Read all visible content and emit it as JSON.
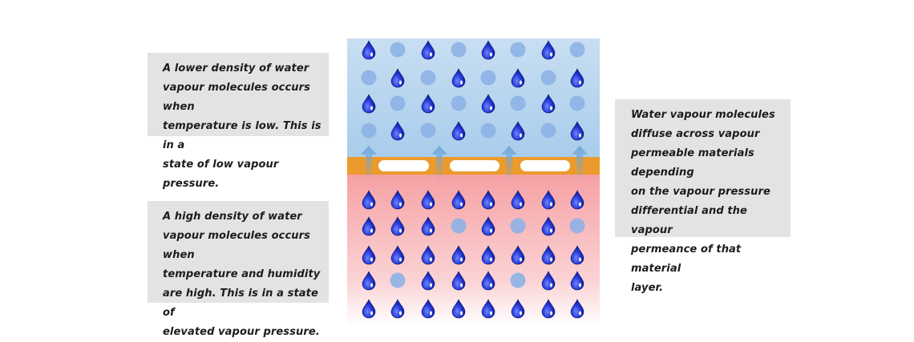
{
  "notes": {
    "low_density": "A lower density of water\nvapour molecules occurs when\ntemperature is low. This is in a\nstate of low vapour pressure.",
    "high_density": "A high density of water\nvapour molecules occurs when\ntemperature and humidity\nare high. This is in a state of\nelevated vapour pressure.",
    "diffusion": "Water vapour molecules\ndiffuse across vapour\npermeable materials depending\non the vapour pressure\ndifferential and the vapour\npermeance of that material\nlayer."
  },
  "colors": {
    "low_pressure_zone": "#b9d6ef",
    "high_pressure_zone": "#f6a6a9",
    "membrane": "#ec9a2c",
    "droplet": "#1a2fcf",
    "empty_site": "#8db2e5",
    "arrow": "#6fa6d9",
    "note_background": "#e4e2e2"
  },
  "icons": {
    "molecule": "water-drop-icon",
    "empty_site": "circle-icon",
    "flow": "arrow-up-icon"
  },
  "grid": {
    "low_pressure_rows": [
      [
        1,
        0,
        1,
        0,
        1,
        0,
        1,
        0
      ],
      [
        0,
        1,
        0,
        1,
        0,
        1,
        0,
        1
      ],
      [
        1,
        0,
        1,
        0,
        1,
        0,
        1,
        0
      ],
      [
        0,
        1,
        0,
        1,
        0,
        1,
        0,
        1
      ]
    ],
    "high_pressure_rows": [
      [
        1,
        1,
        1,
        1,
        1,
        1,
        1,
        1
      ],
      [
        1,
        1,
        1,
        0,
        1,
        0,
        1,
        0
      ],
      [
        1,
        1,
        1,
        1,
        1,
        1,
        1,
        1
      ],
      [
        1,
        0,
        1,
        1,
        1,
        0,
        1,
        1
      ],
      [
        1,
        1,
        1,
        1,
        1,
        1,
        1,
        1
      ]
    ]
  }
}
